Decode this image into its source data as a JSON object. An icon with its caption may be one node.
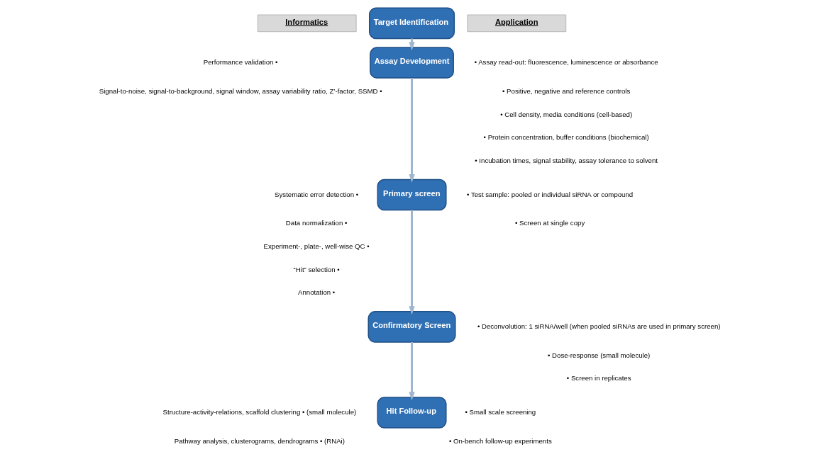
{
  "diagram": {
    "nodes": [
      {
        "text": [
          "Target Identification"
        ]
      },
      {
        "text": [
          "Assay Development"
        ]
      },
      {
        "text": [
          "Primary screen"
        ]
      },
      {
        "text": [
          "Confirmatory Screen"
        ]
      },
      {
        "text": [
          "Hit Follow-up"
        ]
      },
      {
        "text": [
          "Informatics"
        ]
      },
      {
        "text": [
          "Application"
        ]
      }
    ],
    "edges": [
      {
        "from": 0,
        "to": 1,
        "arrow": "to"
      },
      {
        "from": 1,
        "to": 2,
        "arrow": "to"
      },
      {
        "from": 2,
        "to": 3,
        "arrow": "to"
      },
      {
        "from": 3,
        "to": 4,
        "arrow": "to"
      }
    ],
    "labels": [
      "Performance validation •",
      "Signal-to-noise, signal-to-background, signal window, assay variability ratio, Z’-factor, SSMD •",
      "• Assay read-out: fluorescence, luminescence or absorbance",
      "• Positive, negative and reference controls",
      "• Cell density, media conditions (cell-based)",
      "• Protein concentration, buffer conditions (biochemical)",
      "• Incubation times, signal stability, assay tolerance to solvent",
      "• Test sample: pooled or individual siRNA or compound",
      "• Screen at single copy",
      "Systematic error detection •",
      "Data normalization •",
      "Experiment-, plate-, well-wise QC •",
      "“Hit” selection •",
      "Annotation •",
      "• Deconvolution: 1 siRNA/well (when pooled siRNAs are used in primary screen)",
      "• Dose-response (small molecule)",
      "• Screen in replicates",
      "Structure-activity-relations, scaffold clustering • (small molecule)",
      "Pathway analysis, clusterograms, dendrograms • (RNAi)",
      "• Small scale screening",
      "• On-bench follow-up experiments"
    ]
  }
}
